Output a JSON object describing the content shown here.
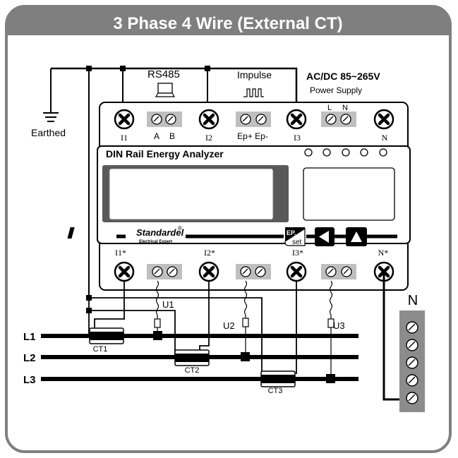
{
  "title": "3 Phase 4 Wire (External CT)",
  "top": {
    "rs485": "RS485",
    "impulse": "Impulse",
    "supply_main": "AC/DC 85~265V",
    "supply_sub": "Power Supply",
    "earthed": "Earthed"
  },
  "meter": {
    "name": "DIN Rail Energy Analyzer",
    "brand": "Standardel",
    "brand_reg": "®",
    "brand_sub": "Electrical Expert",
    "ep_button": "EP.",
    "set_button": "set",
    "top_terminals": {
      "i1": "I1",
      "a": "A",
      "b": "B",
      "i2": "I2",
      "ep_plus_minus": "Ep+ Ep-",
      "i3": "I3",
      "l": "L",
      "n_small": "N",
      "n": "N"
    },
    "bottom_terminals": {
      "i1s": "I1*",
      "i2s": "I2*",
      "i3s": "I3*",
      "ns": "N*"
    }
  },
  "lines": {
    "l1": "L1",
    "l2": "L2",
    "l3": "L3",
    "u1": "U1",
    "u2": "U2",
    "u3": "U3",
    "ct1": "CT1",
    "ct2": "CT2",
    "ct3": "CT3",
    "neutral": "N"
  },
  "colors": {
    "frame": "#7f7f7f",
    "title_bg": "#7f7f7f",
    "wire": "#000000",
    "neutral_block": "#8c8c8c",
    "display_bg": "#595959"
  }
}
